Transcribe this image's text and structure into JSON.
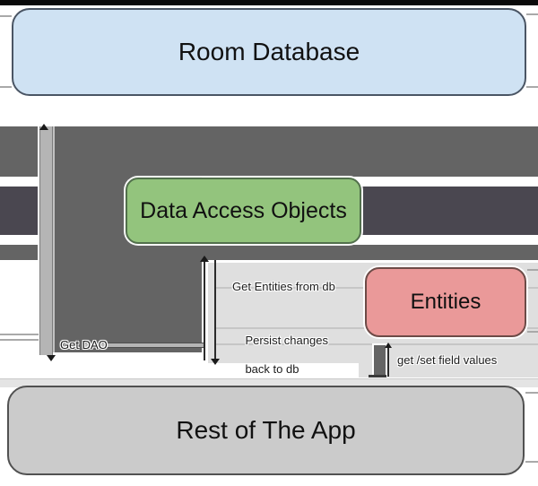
{
  "boxes": {
    "room": {
      "label": "Room Database"
    },
    "dao": {
      "label": "Data Access Objects"
    },
    "entities": {
      "label": "Entities"
    },
    "app": {
      "label": "Rest of The App"
    }
  },
  "labels": {
    "get_dao": "Get DAO",
    "get_entities": "Get Entities from db",
    "persist_line1": "Persist changes",
    "persist_line2": "back to db",
    "get_set": "get /set field values"
  },
  "colors": {
    "top_bar": "#0a0a0a",
    "room_fill": "#cfe2f3",
    "room_border": "#4a5564",
    "dao_fill": "#93c47d",
    "dao_border": "#52704c",
    "entities_fill": "#ea9999",
    "entities_border": "#6d4b47",
    "app_fill": "#cbcbcb",
    "app_border": "#515151",
    "band_medium": "#646464",
    "band_dark": "#4a4750",
    "strip_fill": "#b5b5b5",
    "panel_fill": "#dfdfdf",
    "bottom_band": "#e4e4e4"
  }
}
